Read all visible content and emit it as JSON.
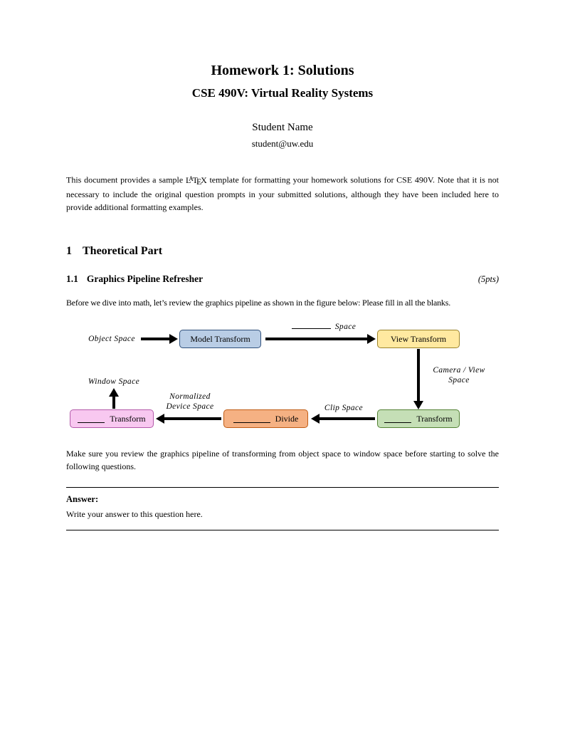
{
  "header": {
    "title": "Homework 1: Solutions",
    "subtitle": "CSE 490V: Virtual Reality Systems",
    "author": "Student Name",
    "email": "student@uw.edu"
  },
  "intro": {
    "pre": "This document provides a sample ",
    "latex": {
      "l": "L",
      "a": "A",
      "t": "T",
      "e": "E",
      "x": "X"
    },
    "post": " template for formatting your homework solutions for CSE 490V. Note that it is not necessary to include the original question prompts in your submitted solutions, although they have been included here to provide additional formatting examples."
  },
  "section": {
    "number": "1",
    "title": "Theoretical Part"
  },
  "subsection": {
    "number": "1.1",
    "title": "Graphics Pipeline Refresher",
    "points": "(5pts)"
  },
  "question_intro": "Before we dive into math, let’s review the graphics pipeline as shown in the figure below: Please fill in all the blanks.",
  "figure": {
    "labels": {
      "object_space": "Object Space",
      "blank_space_suffix": "Space",
      "camera_view_line1": "Camera / View",
      "camera_view_line2": "Space",
      "clip_space": "Clip Space",
      "normalized_line1": "Normalized",
      "normalized_line2": "Device Space",
      "window_space": "Window Space"
    },
    "boxes": {
      "model": "Model Transform",
      "view": "View Transform",
      "green_suffix": "Transform",
      "orange_suffix": "Divide",
      "pink_suffix": "Transform"
    }
  },
  "closing": "Make sure you review the graphics pipeline of transforming from object space to window space before starting to solve the following questions.",
  "answer": {
    "label": "Answer:",
    "body": "Write your answer to this question here."
  }
}
